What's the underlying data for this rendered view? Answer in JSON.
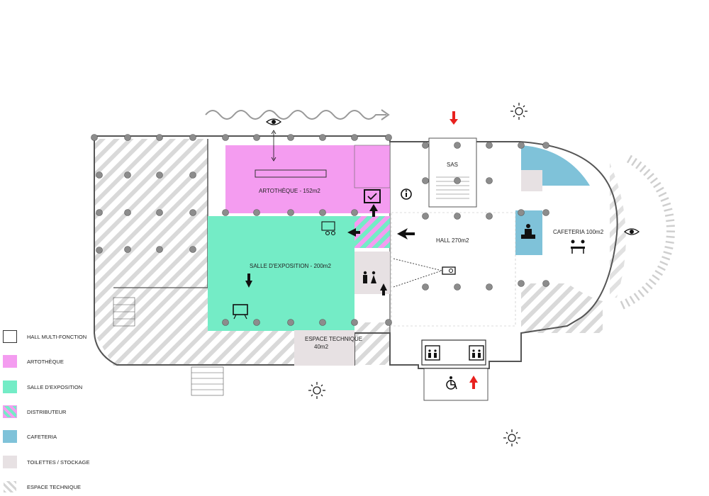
{
  "plan": {
    "rooms": {
      "artotheque": "ARTOTHÈQUE - 152m2",
      "exposition": "SALLE D'EXPOSITION - 200m2",
      "hall": "HALL 270m2",
      "sas": "SAS",
      "cafeteria": "CAFETERIA 100m2",
      "technique_line1": "ESPACE TECHNIQUE",
      "technique_line2": "40m2"
    },
    "icons": [
      "eye-icon",
      "sun-icon",
      "info-icon",
      "wheelchair-icon",
      "toilets-icon",
      "elevator-icon",
      "projector-icon",
      "arrow-icon"
    ]
  },
  "legend": [
    {
      "label": "HALL MULTI-FONCTION",
      "color": "#ffffff",
      "border": "#333333",
      "pattern": "none"
    },
    {
      "label": "ARTOTHÈQUE",
      "color": "#f49cf0",
      "border": "#f49cf0",
      "pattern": "none"
    },
    {
      "label": "SALLE D'EXPOSITION",
      "color": "#74ecc6",
      "border": "#74ecc6",
      "pattern": "none"
    },
    {
      "label": "DISTRIBUTEUR",
      "color": "#f49cf0",
      "border": "#f49cf0",
      "pattern": "mix"
    },
    {
      "label": "CAFETERIA",
      "color": "#7fc2d9",
      "border": "#7fc2d9",
      "pattern": "none"
    },
    {
      "label": "TOILETTES / STOCKAGE",
      "color": "#e7e1e3",
      "border": "#e7e1e3",
      "pattern": "none"
    },
    {
      "label": "ESPACE TECHNIQUE",
      "color": "#ffffff",
      "border": "#ffffff",
      "pattern": "hatch"
    }
  ],
  "colors": {
    "artotheque": "#f49cf0",
    "exposition": "#74ecc6",
    "cafeteria": "#7fc2d9",
    "toilettes": "#e7e1e3",
    "hatch": "#d4d4d4",
    "wall": "#555555",
    "column": "#8c8c8c",
    "arrow": "#e8211e"
  }
}
